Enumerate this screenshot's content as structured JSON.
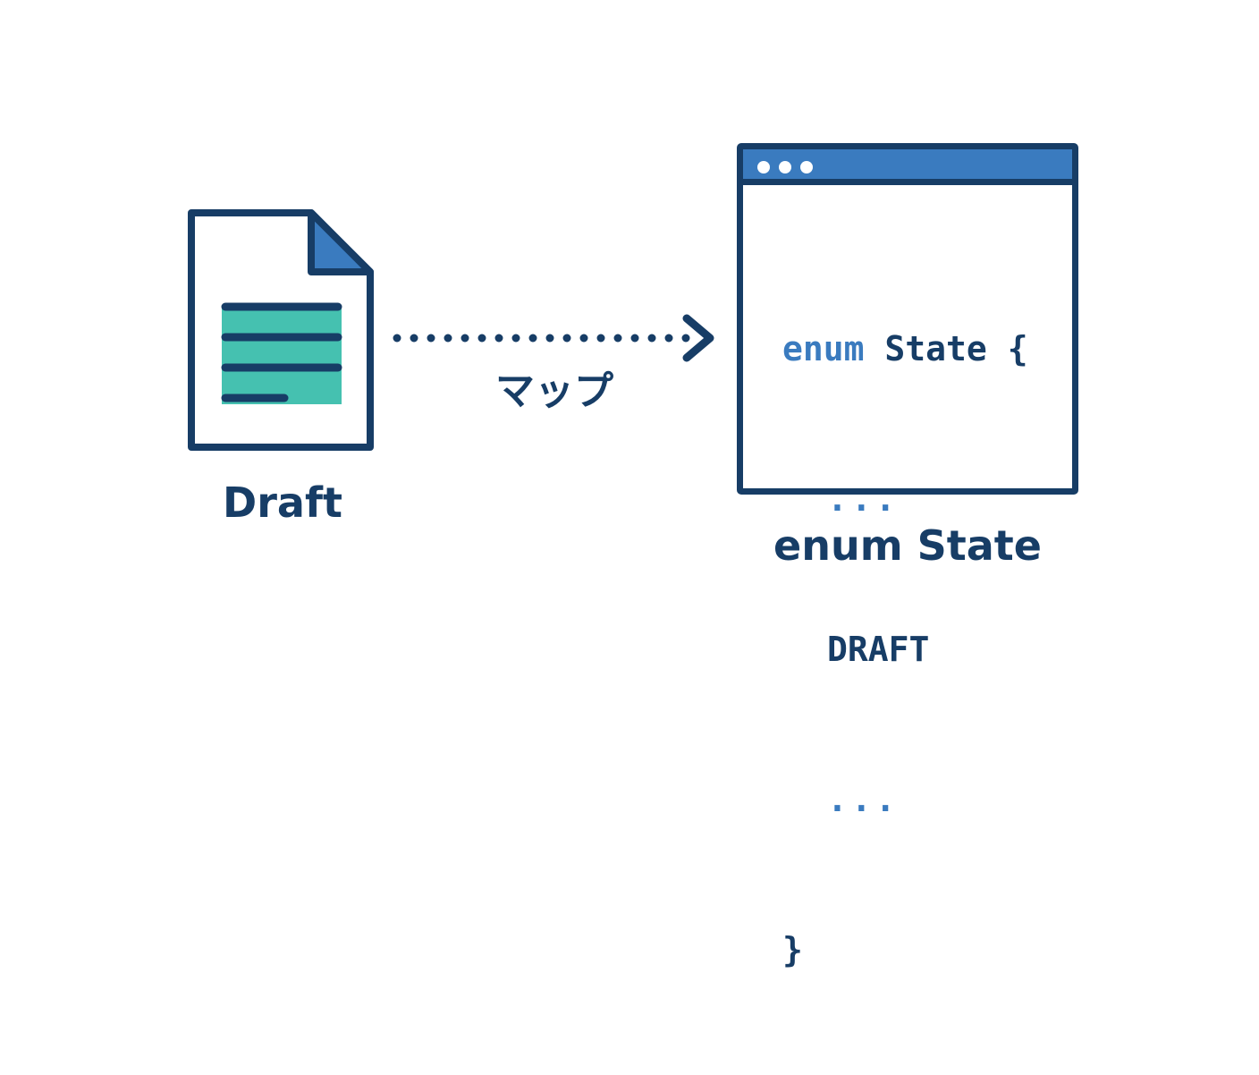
{
  "source": {
    "label": "Draft",
    "icon": "document-icon"
  },
  "connector": {
    "label": "マップ",
    "icon": "dotted-arrow-icon"
  },
  "target": {
    "label": "enum State",
    "icon": "code-window-icon",
    "code": {
      "keyword": "enum",
      "name": "State",
      "open_brace": "{",
      "ellipsis_top": "...",
      "member": "DRAFT",
      "ellipsis_bottom": "...",
      "close_brace": "}"
    }
  },
  "colors": {
    "navy": "#173d66",
    "blue": "#3a7bbf",
    "teal": "#45c1b0"
  }
}
